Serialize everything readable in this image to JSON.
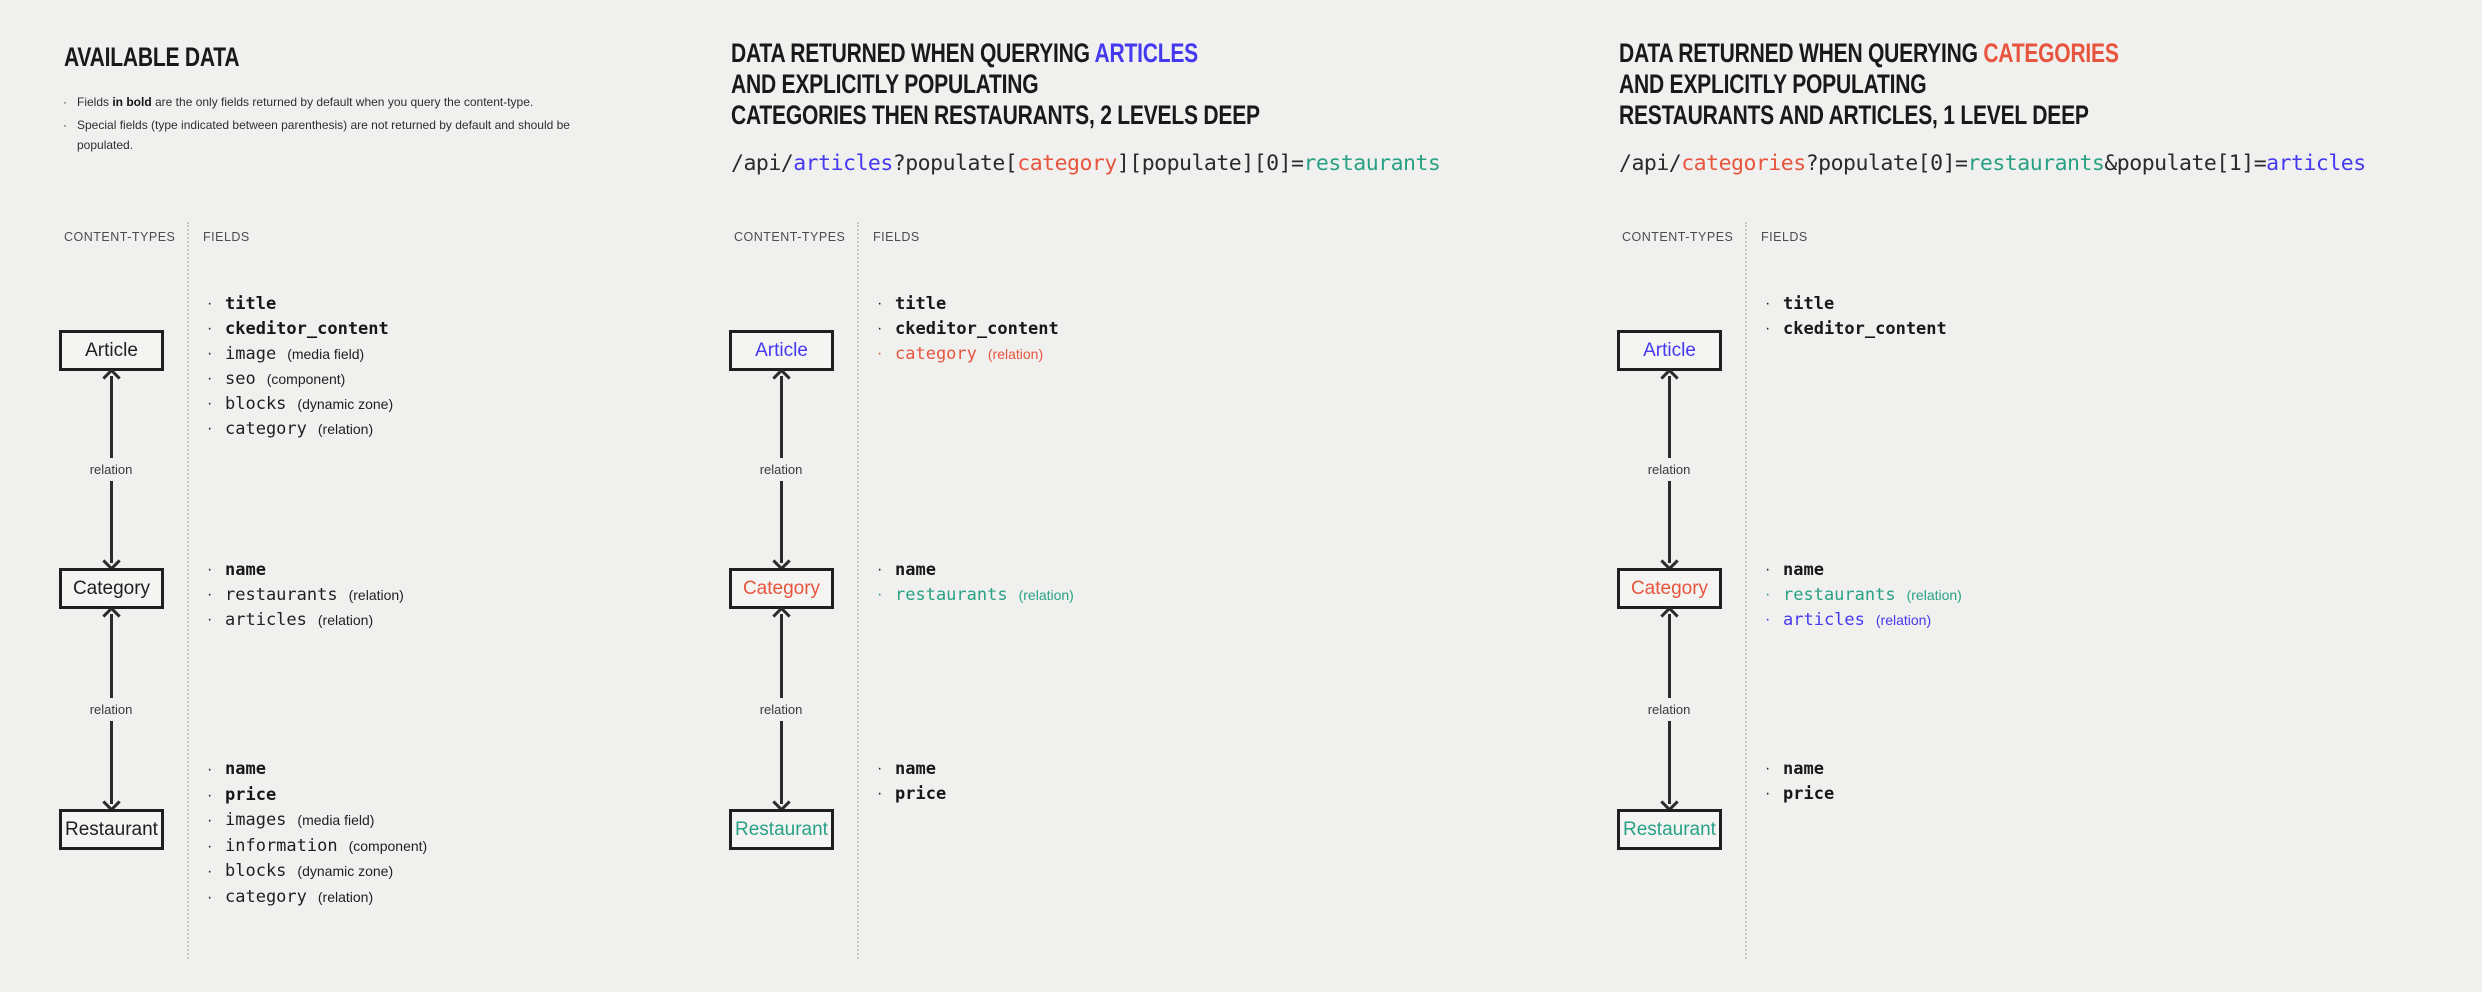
{
  "colors": {
    "dark": "#2a2a2a",
    "blue": "#4539f0",
    "red": "#e8553e",
    "teal": "#28a185",
    "gray_header": "#4b4b52",
    "background": "#f0f0ee"
  },
  "columns": {
    "content_types": "CONTENT-TYPES",
    "fields": "FIELDS"
  },
  "labels": {
    "relation": "relation"
  },
  "p1": {
    "title": "AVAILABLE DATA",
    "legend": {
      "l1_pre": "Fields ",
      "l1_bold": "in bold",
      "l1_post": " are the only fields returned by default when you query the content-type.",
      "l2": "Special fields (type indicated between parenthesis) are not returned by default and should be populated."
    },
    "boxes": {
      "article": "Article",
      "category": "Category",
      "restaurant": "Restaurant"
    },
    "fields_article": [
      {
        "name": "title",
        "bold": true,
        "type": ""
      },
      {
        "name": "ckeditor_content",
        "bold": true,
        "type": ""
      },
      {
        "name": "image",
        "bold": false,
        "type": "(media field)"
      },
      {
        "name": "seo",
        "bold": false,
        "type": "(component)"
      },
      {
        "name": "blocks",
        "bold": false,
        "type": "(dynamic zone)"
      },
      {
        "name": "category",
        "bold": false,
        "type": "(relation)"
      }
    ],
    "fields_category": [
      {
        "name": "name",
        "bold": true,
        "type": ""
      },
      {
        "name": "restaurants",
        "bold": false,
        "type": "(relation)"
      },
      {
        "name": "articles",
        "bold": false,
        "type": "(relation)"
      }
    ],
    "fields_restaurant": [
      {
        "name": "name",
        "bold": true,
        "type": ""
      },
      {
        "name": "price",
        "bold": true,
        "type": ""
      },
      {
        "name": "images",
        "bold": false,
        "type": "(media field)"
      },
      {
        "name": "information",
        "bold": false,
        "type": "(component)"
      },
      {
        "name": "blocks",
        "bold": false,
        "type": "(dynamic zone)"
      },
      {
        "name": "category",
        "bold": false,
        "type": "(relation)"
      }
    ]
  },
  "p2": {
    "title": {
      "l1_pre": "DATA RETURNED WHEN QUERYING ",
      "l1_hl": "ARTICLES",
      "l2": "AND EXPLICITLY POPULATING",
      "l3": "CATEGORIES THEN RESTAURANTS, 2 LEVELS DEEP"
    },
    "url": {
      "s0": "/api/",
      "s1": "articles",
      "s2": "?populate[",
      "s3": "category",
      "s4": "][populate][0]=",
      "s5": "restaurants"
    },
    "boxes": {
      "article": "Article",
      "category": "Category",
      "restaurant": "Restaurant"
    },
    "fields_article": [
      {
        "name": "title",
        "bold": true,
        "type": ""
      },
      {
        "name": "ckeditor_content",
        "bold": true,
        "type": ""
      },
      {
        "name": "category",
        "bold": false,
        "type": "(relation)"
      }
    ],
    "fields_category": [
      {
        "name": "name",
        "bold": true,
        "type": ""
      },
      {
        "name": "restaurants",
        "bold": false,
        "type": "(relation)"
      }
    ],
    "fields_restaurant": [
      {
        "name": "name",
        "bold": true,
        "type": ""
      },
      {
        "name": "price",
        "bold": true,
        "type": ""
      }
    ]
  },
  "p3": {
    "title": {
      "l1_pre": "DATA RETURNED WHEN QUERYING ",
      "l1_hl": "CATEGORIES",
      "l2": "AND EXPLICITLY POPULATING",
      "l3": "RESTAURANTS AND ARTICLES, 1 LEVEL DEEP"
    },
    "url": {
      "s0": "/api/",
      "s1": "categories",
      "s2": "?populate[0]=",
      "s3": "restaurants",
      "s4": "&populate[1]=",
      "s5": "articles"
    },
    "boxes": {
      "article": "Article",
      "category": "Category",
      "restaurant": "Restaurant"
    },
    "fields_article": [
      {
        "name": "title",
        "bold": true,
        "type": ""
      },
      {
        "name": "ckeditor_content",
        "bold": true,
        "type": ""
      }
    ],
    "fields_category": [
      {
        "name": "name",
        "bold": true,
        "type": ""
      },
      {
        "name": "restaurants",
        "bold": false,
        "type": "(relation)"
      },
      {
        "name": "articles",
        "bold": false,
        "type": "(relation)"
      }
    ],
    "fields_restaurant": [
      {
        "name": "name",
        "bold": true,
        "type": ""
      },
      {
        "name": "price",
        "bold": true,
        "type": ""
      }
    ]
  }
}
